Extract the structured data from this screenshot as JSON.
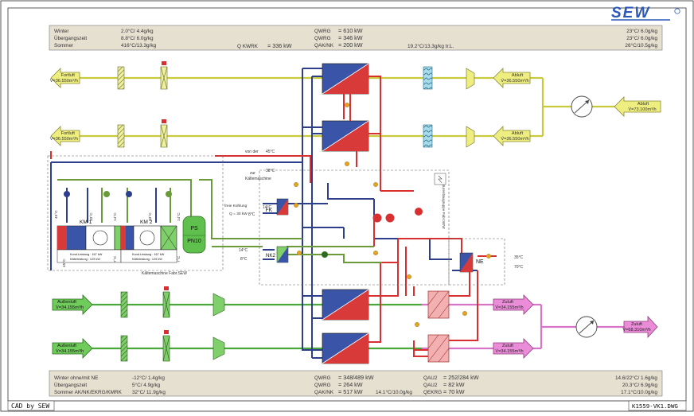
{
  "logo": {
    "text": "SEW"
  },
  "top_panel": {
    "left_rows": [
      {
        "label": "Winter",
        "value": "2.0°C/ 4.4g/kg"
      },
      {
        "label": "Übergangszeit",
        "value": "8.8°C/ 6.0g/kg"
      },
      {
        "label": "Sommer",
        "value": "416°C/13.3g/kg"
      }
    ],
    "q_kwrk": {
      "label": "Q KWRK",
      "value": "=  336  kW"
    },
    "q_rows": [
      {
        "label": "QWRG",
        "value": "=  610  kW"
      },
      {
        "label": "QWRG",
        "value": "=  346  kW"
      },
      {
        "label": "QAK/NK",
        "value": "=  200  kW"
      }
    ],
    "mid_right": "19.2°C/13.3g/kg tr.L.",
    "right_rows": [
      "23°C/ 6.0g/kg",
      "23°C/ 6.0g/kg",
      "26°C/10.5g/kg"
    ]
  },
  "bottom_panel": {
    "left_rows": [
      {
        "label": "Winter ohne/mit NE",
        "value": "-12°C/ 1.4g/kg"
      },
      {
        "label": "Übergangszeit",
        "value": "5°C/ 4.9g/kg"
      },
      {
        "label": "Sommer AK/NK/EKRG/KMRK",
        "value": "32°C/ 11.9g/kg"
      }
    ],
    "q_rows": [
      {
        "label": "QWRG",
        "value": "=  348/489  kW"
      },
      {
        "label": "QWRG",
        "value": "=  264  kW"
      },
      {
        "label": "QAK/NK",
        "value": "=  517  kW"
      }
    ],
    "mid_note": "14.1°C/10.0g/kg",
    "q2_rows": [
      {
        "label": "QAU2",
        "value": "=  252/284  kW"
      },
      {
        "label": "QAU2",
        "value": "=  82  kW"
      },
      {
        "label": "QEKRG",
        "value": "=  70  kW"
      }
    ],
    "right_rows": [
      "14.6/22°C/ 1.6g/kg",
      "20.3°C/ 6.9g/kg",
      "17.1°C/10.0g/kg"
    ]
  },
  "air": {
    "fortluft1": {
      "title": "Fortluft",
      "flow": "V̇=36.550m³/h"
    },
    "fortluft2": {
      "title": "Fortluft",
      "flow": "V̇=36.550m³/h"
    },
    "abluft1": {
      "title": "Abluft",
      "flow": "V̇=36.550m³/h"
    },
    "abluft2": {
      "title": "Abluft",
      "flow": "V̇=36.550m³/h"
    },
    "abluft_main": {
      "title": "Abluft",
      "flow": "V̇=73.100m³/h"
    },
    "aussenluft1": {
      "title": "Außenluft",
      "flow": "V̇=34.155m³/h"
    },
    "aussenluft2": {
      "title": "Außenluft",
      "flow": "V̇=34.155m³/h"
    },
    "zuluft1": {
      "title": "Zuluft",
      "flow": "V̇=34.155m³/h"
    },
    "zuluft2": {
      "title": "Zuluft",
      "flow": "V̇=34.155m³/h"
    },
    "zuluft_main": {
      "title": "Zuluft",
      "flow": "V̇=68.310m³/h"
    }
  },
  "chiller": {
    "km1": "KM 1",
    "km2": "KM 2",
    "km1_info1": "Kond.Leistung : 167 kW",
    "km1_info2": "Kälteleistung : 129 kW",
    "km2_info1": "Kond.Leistung : 167 kW",
    "km2_info2": "Kälteleistung : 129 kW",
    "ps": "PS",
    "pn": "PN10",
    "caption": "Kältemaschine Fabr.SEW",
    "temp_45a": "45°C",
    "temp_45b": "45°C",
    "temp_33a": "33°C",
    "temp_33b": "33°C",
    "temp_14a": "14°C",
    "temp_14b": "14°C",
    "temp_7a": "7°C",
    "temp_7b": "7°C"
  },
  "piping": {
    "von_der": "von der",
    "t45": "45°C",
    "t38": "38°C",
    "zur": "zur",
    "kaeltemaschine": "Kältemaschine",
    "freie_kuehlung": "freie Kühlung",
    "q_30": "Q = 30 kW",
    "t14a": "14°C",
    "t8a": "8°C",
    "fk": "FK",
    "t14b": "14°C",
    "t8b": "8°C",
    "nk2": "NK2",
    "ne": "NE",
    "t35": "35°C",
    "t70": "70°C",
    "armaturen": "Armaturenbaugruppe Fabr.SEW"
  },
  "footer": {
    "left": "CAD by SEW",
    "right": "K1559-VK1.DWG"
  },
  "colors": {
    "exhaust": "#ecec90",
    "outside": "#5fc04d",
    "supply": "#ea8cd8",
    "hot": "#d83030",
    "cold": "#2d3f8c",
    "green_pipe": "#6a9a3a",
    "panel": "#e6e0d0"
  }
}
